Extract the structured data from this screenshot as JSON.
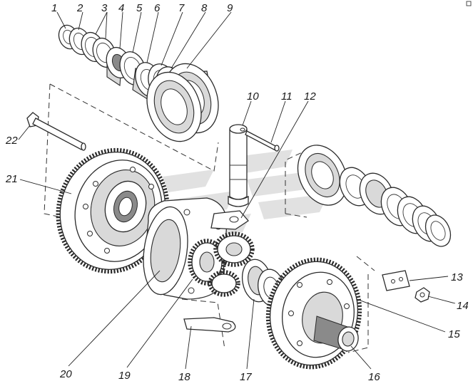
{
  "callouts": [
    {
      "id": "1",
      "label": "1"
    },
    {
      "id": "2",
      "label": "2"
    },
    {
      "id": "3",
      "label": "3"
    },
    {
      "id": "4",
      "label": "4"
    },
    {
      "id": "5",
      "label": "5"
    },
    {
      "id": "6",
      "label": "6"
    },
    {
      "id": "7",
      "label": "7"
    },
    {
      "id": "8",
      "label": "8"
    },
    {
      "id": "9",
      "label": "9"
    },
    {
      "id": "10",
      "label": "10"
    },
    {
      "id": "11",
      "label": "11"
    },
    {
      "id": "12",
      "label": "12"
    },
    {
      "id": "13",
      "label": "13"
    },
    {
      "id": "14",
      "label": "14"
    },
    {
      "id": "15",
      "label": "15"
    },
    {
      "id": "16",
      "label": "16"
    },
    {
      "id": "17",
      "label": "17"
    },
    {
      "id": "18",
      "label": "18"
    },
    {
      "id": "19",
      "label": "19"
    },
    {
      "id": "20",
      "label": "20"
    },
    {
      "id": "21",
      "label": "21"
    },
    {
      "id": "22",
      "label": "22"
    }
  ],
  "colors": {
    "ink": "#2b2b2b",
    "background": "#ffffff",
    "watermark": "#c8c8c8"
  }
}
